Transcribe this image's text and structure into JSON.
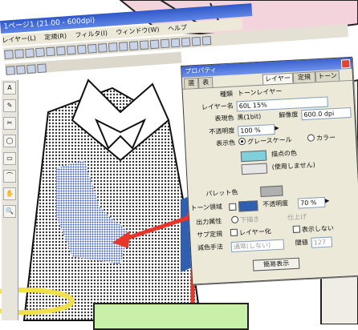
{
  "window": {
    "title": "1ページ1 (21.00 - 600dpi)",
    "menu": [
      "レイヤー(L)",
      "定規(R)",
      "フィルタ(I)",
      "ウィンドウ(W)",
      "ヘルプ"
    ]
  },
  "properties": {
    "title": "プロパティ",
    "tabs": [
      "選",
      "表",
      "レイヤー",
      "定規",
      "トーン"
    ],
    "kind_label": "種類",
    "kind_value": "トーンレイヤー",
    "layer_name_label": "レイヤー名",
    "layer_name_value": "60L 15%",
    "display_color_label": "表現色",
    "display_color_value": "黒(1bit)",
    "resolution_label": "解像度",
    "resolution_value": "600.0 dpi",
    "opacity_label": "不透明度",
    "opacity_value": "100 %",
    "display_color2_label": "表示色",
    "grayscale_label": "グレースケール",
    "color_label": "カラー",
    "drawing_color_label": "描点の色",
    "unused_label": "(使用しません)",
    "palette_color_label": "パレット色",
    "tone_area_label": "トーン領域",
    "opacity2_label": "不透明度",
    "opacity2_value": "70 %",
    "output_attr_label": "出力属性",
    "draft_label": "下描き",
    "finish_label": "仕上げ",
    "subruler_label": "サブ定規",
    "layerize_label": "レイヤー化",
    "hide_label": "表示しない",
    "reduce_method_label": "減色手法",
    "reduce_method_value": "通常(しない)",
    "threshold_label": "閾値",
    "threshold_value": "127",
    "simple_display_button": "簡易表示"
  },
  "colors": {
    "tone_swatch": "#7fd0dc",
    "palette_swatch": "#b0b0b0",
    "tone_area_swatch": "#2e5fb0",
    "annotation": "#e8362a",
    "panel_bg": "#ece9d8",
    "title_blue": "#3a62d0"
  },
  "toolbox": [
    "A",
    "✎",
    "✂",
    "◯",
    "▭",
    "⌒",
    "✋",
    "🔍"
  ]
}
